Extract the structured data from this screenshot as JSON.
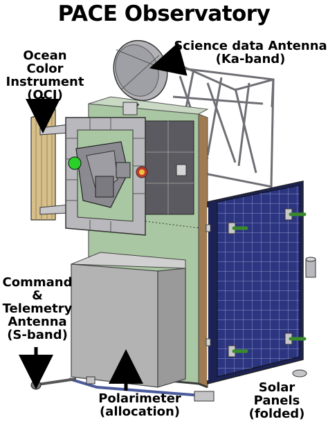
{
  "title": "PACE Observatory",
  "labels": {
    "science_antenna": {
      "line1": "Science data Antenna",
      "line2": "(Ka-band)"
    },
    "oci": {
      "line1": "Ocean Color",
      "line2": "Instrument",
      "line3": "(OCI)"
    },
    "command_antenna": {
      "line1": "Command",
      "line2": "&",
      "line3": "Telemetry",
      "line4": "Antenna",
      "line5": "(S-band)"
    },
    "polarimeter": {
      "line1": "Polarimeter",
      "line2": "(allocation)"
    },
    "solar_panels": {
      "line1": "Solar",
      "line2": "Panels",
      "line3": "(folded)"
    }
  },
  "colors": {
    "bus_green": "#a9c7a2",
    "bus_side": "#8fb08a",
    "solar_blue": "#29327a",
    "frame_gray": "#b9b9bd",
    "oci_tan": "#d6bf8a",
    "polarimeter_gray": "#b3b3b3",
    "arrow": "#000000"
  }
}
